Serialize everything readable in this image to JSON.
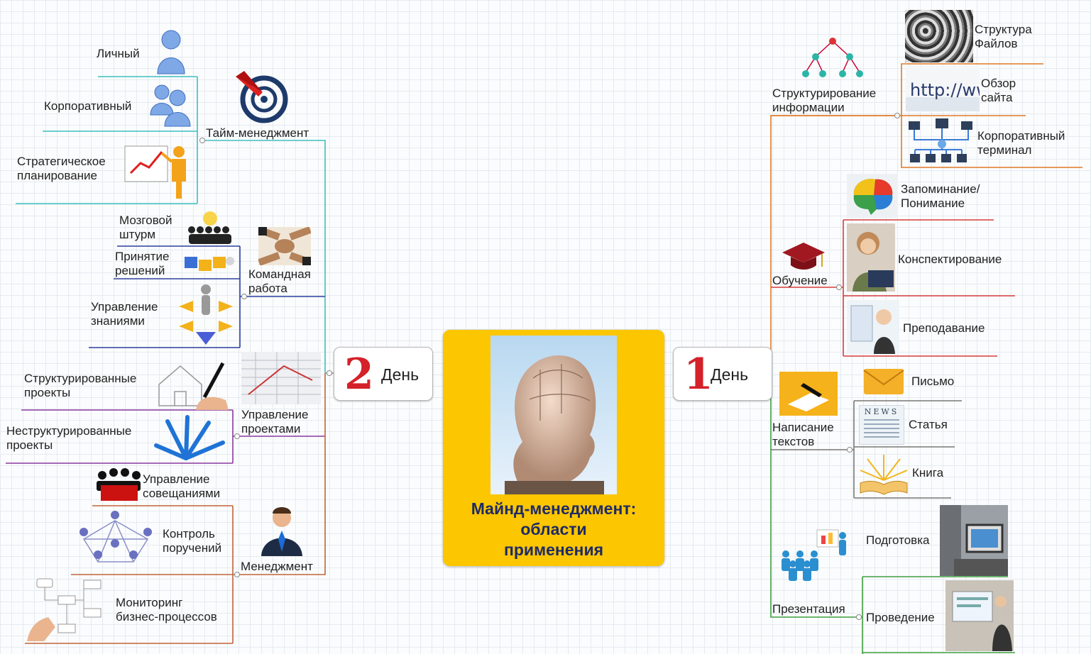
{
  "center": {
    "title_lines": [
      "Майнд-менеджмент:",
      "области",
      "применения"
    ]
  },
  "days": {
    "day1": {
      "number": "1",
      "label": "День"
    },
    "day2": {
      "number": "2",
      "label": "День"
    }
  },
  "colors": {
    "center_bg": "#fcc600",
    "day_number": "#d4212a",
    "time_mgmt": "#3fbfbf",
    "team": "#2d3f9e",
    "projects": "#8a3a9e",
    "manager": "#c0643a",
    "struct_info": "#e07a28",
    "learning": "#d83c3c",
    "presentation": "#3e9e3e"
  },
  "right": {
    "struct_info": {
      "label": [
        "Структурирование",
        "информации"
      ],
      "children": [
        {
          "label": [
            "Структура",
            "Файлов"
          ],
          "icon": "texture-image"
        },
        {
          "label": [
            "Обзор",
            "сайта"
          ],
          "icon": "http-address-icon"
        },
        {
          "label": [
            "Корпоративный",
            "терминал"
          ],
          "icon": "network-icon"
        }
      ]
    },
    "learning": {
      "label": [
        "Обучение"
      ],
      "children": [
        {
          "label": [
            "Запоминание/",
            "Понимание"
          ],
          "icon": "brain-icon"
        },
        {
          "label": [
            "Конспектирование"
          ],
          "icon": "student-photo"
        },
        {
          "label": [
            "Преподавание"
          ],
          "icon": "teacher-photo"
        }
      ]
    },
    "writing": {
      "label": [
        "Написание",
        "текстов"
      ],
      "children": [
        {
          "label": [
            "Письмо"
          ],
          "icon": "envelope-icon"
        },
        {
          "label": [
            "Статья"
          ],
          "icon": "newspaper-icon",
          "icon_text": "NEWS"
        },
        {
          "label": [
            "Книга"
          ],
          "icon": "book-icon"
        }
      ]
    },
    "presentation": {
      "label": [
        "Презентация"
      ],
      "children": [
        {
          "label": [
            "Подготовка"
          ],
          "icon": "computer-photo"
        },
        {
          "label": [
            "Проведение"
          ],
          "icon": "presenter-photo"
        }
      ]
    }
  },
  "left": {
    "time_mgmt": {
      "label": [
        "Тайм-менеджмент"
      ],
      "children": [
        {
          "label": [
            "Личный"
          ],
          "icon": "person-icon"
        },
        {
          "label": [
            "Корпоративный"
          ],
          "icon": "group-icon"
        },
        {
          "label": [
            "Стратегическое",
            "планирование"
          ],
          "icon": "chart-presenter-icon"
        }
      ]
    },
    "team": {
      "label": [
        "Командная",
        "работа"
      ],
      "children": [
        {
          "label": [
            "Мозговой",
            "штурм"
          ],
          "icon": "brainstorm-icon"
        },
        {
          "label": [
            "Принятие",
            "решений"
          ],
          "icon": "puzzle-icon"
        },
        {
          "label": [
            "Управление",
            "знаниями"
          ],
          "icon": "knowledge-icon"
        }
      ]
    },
    "projects": {
      "label": [
        "Управление",
        "проектами"
      ],
      "children": [
        {
          "label": [
            "Структурированные",
            "проекты"
          ],
          "icon": "house-drawing-icon"
        },
        {
          "label": [
            "Неструктурированные",
            "проекты"
          ],
          "icon": "arrows-burst-icon"
        }
      ]
    },
    "manager": {
      "label": [
        "Менеджмент"
      ],
      "children": [
        {
          "label": [
            "Управление",
            "совещаниями"
          ],
          "icon": "meeting-icon"
        },
        {
          "label": [
            "Контроль",
            "поручений"
          ],
          "icon": "people-network-icon"
        },
        {
          "label": [
            "Мониторинг",
            "бизнес-процессов"
          ],
          "icon": "flowchart-icon"
        }
      ]
    }
  }
}
